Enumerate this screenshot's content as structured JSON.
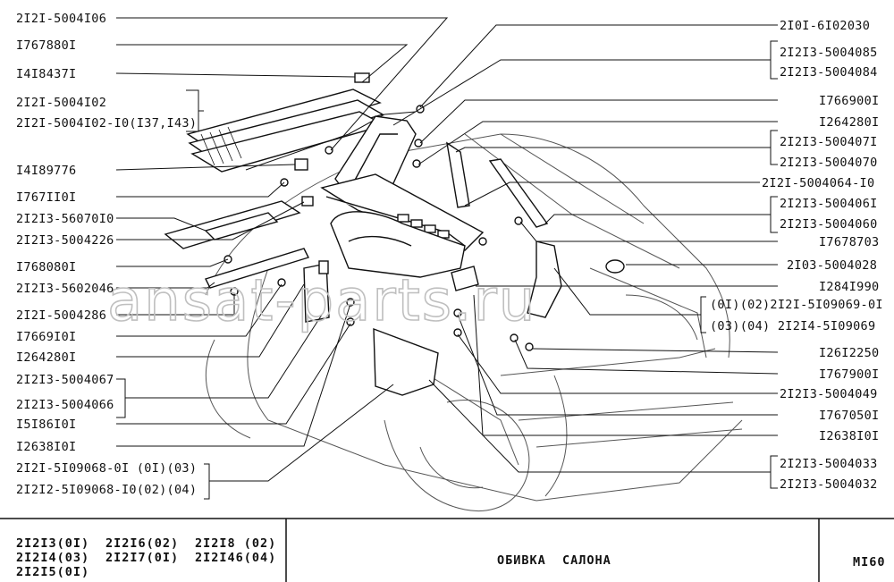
{
  "left_labels": [
    "2I2I-5004I06",
    "I767880I",
    "I4I8437I",
    "2I2I-5004I02",
    "2I2I-5004I02-I0(I37,I43)",
    "I4I89776",
    "I767II0I",
    "2I2I3-56070I0",
    "2I2I3-5004226",
    "I768080I",
    "2I2I3-5602046",
    "2I2I-5004286",
    "I7669I0I",
    "I264280I",
    "2I2I3-5004067",
    "2I2I3-5004066",
    "I5I86I0I",
    "I2638I0I",
    "2I2I-5I09068-0I (0I)(03)",
    "2I2I2-5I09068-I0(02)(04)"
  ],
  "right_labels": [
    "2I0I-6I02030",
    "2I2I3-5004085",
    "2I2I3-5004084",
    "I766900I",
    "I264280I",
    "2I2I3-500407I",
    "2I2I3-5004070",
    "2I2I-5004064-I0",
    "2I2I3-500406I",
    "2I2I3-5004060",
    "I7678703",
    "2I03-5004028",
    "I284I990",
    "(0I)(02)2I2I-5I09069-0I",
    "(03)(04)  2I2I4-5I09069",
    "I26I2250",
    "I767900I",
    "2I2I3-5004049",
    "I767050I",
    "I2638I0I",
    "2I2I3-5004033",
    "2I2I3-5004032"
  ],
  "watermark": "ansat-parts.ru",
  "footer": {
    "models": [
      "2I2I3(0I)",
      "2I2I6(02)",
      "2I2I8 (02)",
      "2I2I4(03)",
      "2I2I7(0I)",
      "2I2I46(04)",
      "2I2I5(0I)"
    ],
    "title": "ОБИВКА  САЛОНА",
    "code": "MI60"
  }
}
